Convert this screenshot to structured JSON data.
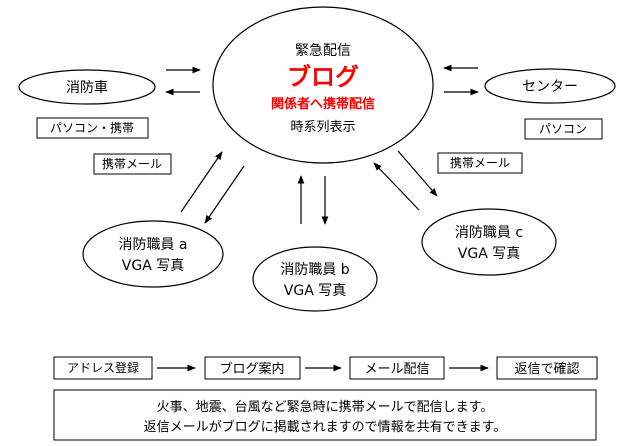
{
  "center_blog": {
    "line1": "緊急配信",
    "title": "ブログ",
    "line3": "関係者へ携帯配信",
    "line4": "時系列表示"
  },
  "fire_truck": {
    "label": "消防車",
    "device_label": "パソコン・携帯",
    "link_label": "携帯メール"
  },
  "center_station": {
    "label": "センター",
    "device_label": "パソコン",
    "link_label": "携帯メール"
  },
  "staff_a": {
    "line1": "消防職員 a",
    "line2": "VGA 写真"
  },
  "staff_b": {
    "line1": "消防職員 b",
    "line2": "VGA 写真"
  },
  "staff_c": {
    "line1": "消防職員 c",
    "line2": "VGA 写真"
  },
  "flow_steps": [
    "アドレス登録",
    "ブログ案内",
    "メール配信",
    "返信で確認"
  ],
  "description": {
    "line1": "火事、地震、台風など緊急時に携帯メールで配信します。",
    "line2": "返信メールがブログに掲載されますので情報を共有できます。"
  },
  "colors": {
    "accent": "#ff0000",
    "stroke": "#000000",
    "background": "#ffffff"
  }
}
